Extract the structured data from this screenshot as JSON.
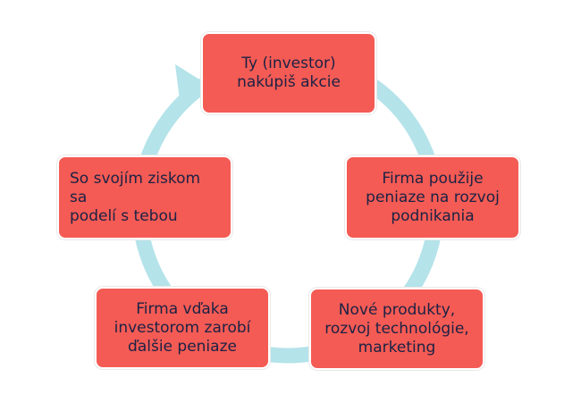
{
  "colors": {
    "node_fill": "#f45b54",
    "node_text": "#1b2245",
    "cycle_ring": "#b4e3ea"
  },
  "cycle": {
    "steps": [
      {
        "text": "Ty (investor)\nnakúpiš akcie"
      },
      {
        "text": "Firma použije\npeniaze na rozvoj\npodnikania"
      },
      {
        "text": "Nové produkty,\nrozvoj technológie,\nmarketing"
      },
      {
        "text": "Firma vďaka\ninvestorom zarobí\nďalšie peniaze"
      },
      {
        "text": "So svojím ziskom sa\npodelí s tebou"
      }
    ]
  }
}
